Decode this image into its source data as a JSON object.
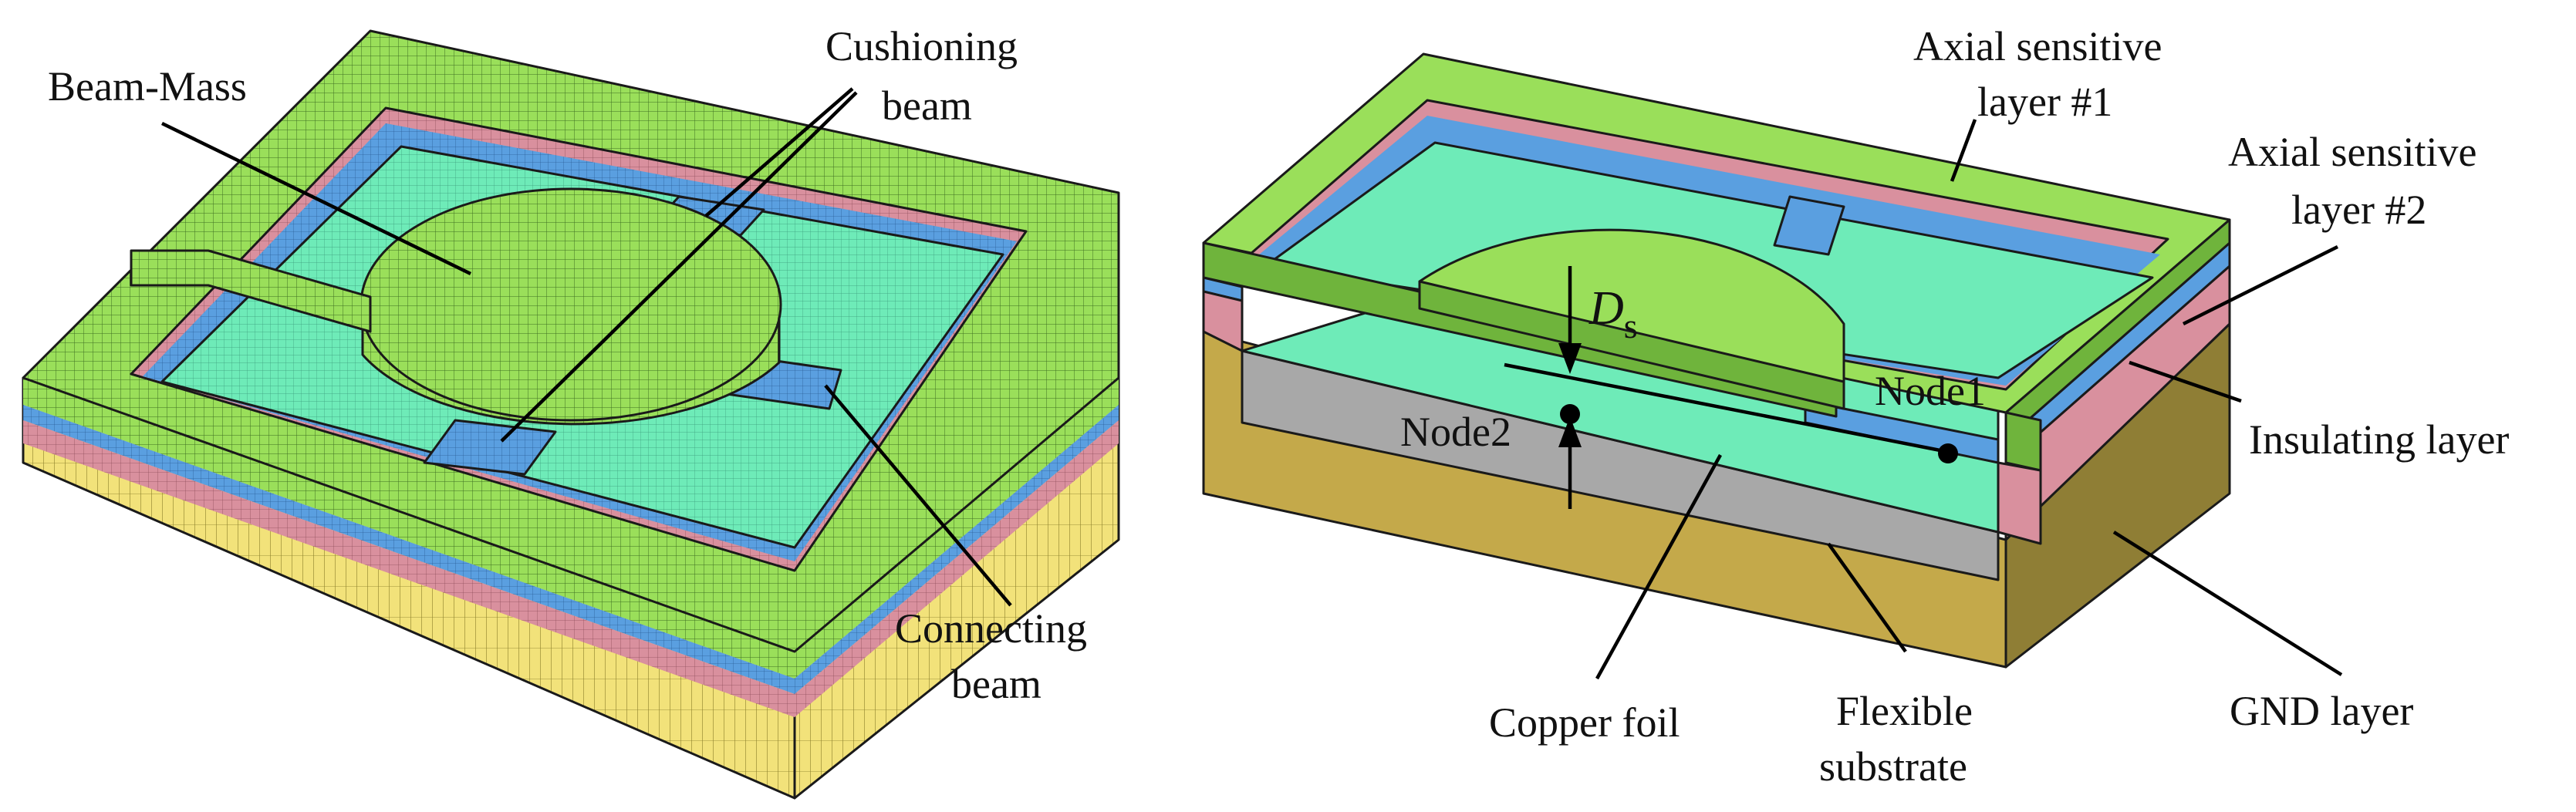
{
  "colors": {
    "frame_green": "#9ADF5A",
    "frame_side": "#6FB43C",
    "blue_layer": "#5A9FE0",
    "pink_layer": "#D9909E",
    "teal_layer": "#6EEBB8",
    "gray_substrate": "#A8A8A8",
    "yellow_mesh": "#F2E27A",
    "gnd_olive": "#C4A94A"
  },
  "left_figure": {
    "labels": {
      "beam_mass": "Beam-Mass",
      "cushioning_beam_line1": "Cushioning",
      "cushioning_beam_line2": "beam",
      "connecting_beam_line1": "Connecting",
      "connecting_beam_line2": "beam"
    }
  },
  "right_figure": {
    "labels": {
      "axial1_line1": "Axial sensitive",
      "axial1_line2": "layer #1",
      "axial2_line1": "Axial sensitive",
      "axial2_line2": "layer #2",
      "insulating": "Insulating layer",
      "gnd": "GND layer",
      "flexible_line1": "Flexible",
      "flexible_line2": "substrate",
      "copper_foil": "Copper  foil",
      "node1": "Node1",
      "node2": "Node2",
      "ds_symbol": "D",
      "ds_subscript": "s"
    }
  }
}
